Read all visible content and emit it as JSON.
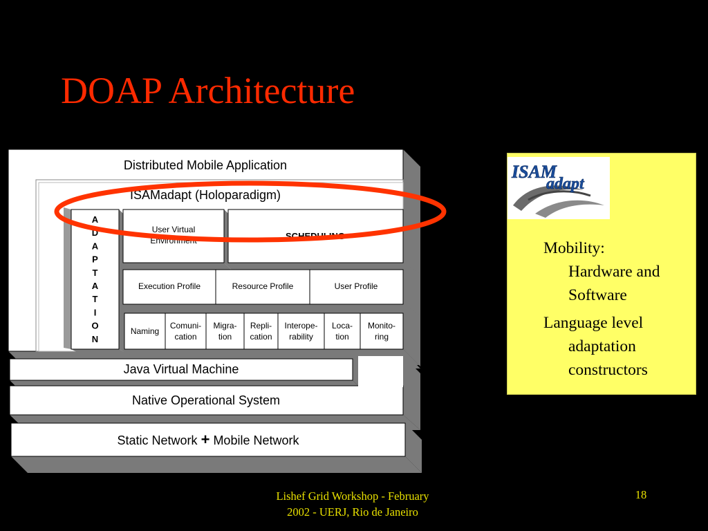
{
  "slide": {
    "title": "DOAP Architecture",
    "footer_line1": "Lishef Grid Workshop - February",
    "footer_line2": "2002 - UERJ, Rio de Janeiro",
    "page_number": "18"
  },
  "colors": {
    "title": "#ff2a00",
    "footer": "#e8e000",
    "highlight_ellipse": "#ff3300",
    "yellow_box": "#ffff66"
  },
  "diagram": {
    "distributed_app": "Distributed Mobile Application",
    "isamadapt": "ISAMadapt (Holoparadigm)",
    "adaptation_letters": [
      "A",
      "D",
      "A",
      "P",
      "T",
      "A",
      "T",
      "I",
      "O",
      "N"
    ],
    "user_virtual_env_line1": "User Virtual",
    "user_virtual_env_line2": "Environment",
    "scheduling": "SCHEDULING",
    "profiles": [
      "Execution Profile",
      "Resource Profile",
      "User Profile"
    ],
    "services": [
      {
        "line1": "Naming",
        "line2": ""
      },
      {
        "line1": "Comuni-",
        "line2": "cation"
      },
      {
        "line1": "Migra-",
        "line2": "tion"
      },
      {
        "line1": "Repli-",
        "line2": "cation"
      },
      {
        "line1": "Interope-",
        "line2": "rability"
      },
      {
        "line1": "Loca-",
        "line2": "tion"
      },
      {
        "line1": "Monito-",
        "line2": "ring"
      }
    ],
    "jvm": "Java Virtual Machine",
    "native_os": "Native Operational System",
    "network_left": "Static Network",
    "network_plus": "+",
    "network_right": "Mobile Network"
  },
  "sidebar": {
    "logo_text_top": "ISAM",
    "logo_text_bottom": "adapt",
    "bullets": [
      {
        "line1": "Mobility:",
        "line2": "Hardware and",
        "line3": "Software"
      },
      {
        "line1": "Language level",
        "line2": "adaptation",
        "line3": "constructors"
      }
    ]
  }
}
